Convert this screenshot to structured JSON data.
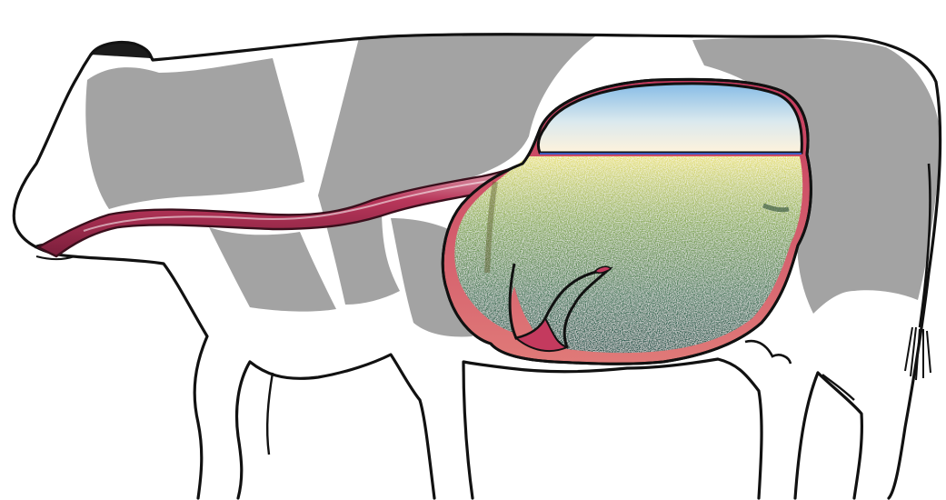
{
  "colors": {
    "background": "#ffffff",
    "body_fill": "#ffffff",
    "body_outline": "#111111",
    "patch": "#a3a3a3",
    "esophagus": "#b8365a",
    "esophagus_dark": "#7a1e3b",
    "esophagus_light": "#f3d3d9",
    "stomach_wall": "#c43a5e",
    "stomach_wall_light": "#e07a78",
    "gas_top": "#86bce6",
    "gas_bottom": "#fdf2dc",
    "contents_top": "#e9e27a",
    "contents_mid": "#86a954",
    "contents_bottom": "#20524a"
  },
  "icons": [
    "cow-silhouette",
    "esophagus",
    "rumen",
    "gas-cap",
    "rumen-contents"
  ]
}
